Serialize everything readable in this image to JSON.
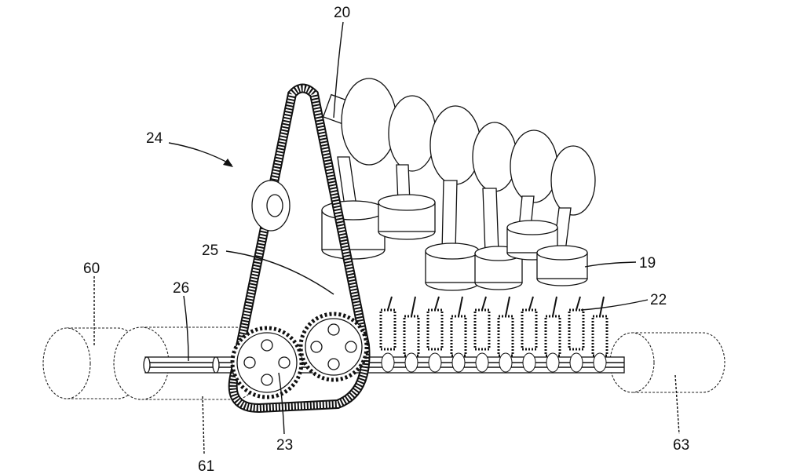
{
  "figure": {
    "labels": {
      "crankshaft": "20",
      "drive_assembly": "24",
      "belt_contact": "25",
      "motor_left_outer": "60",
      "shaft": "26",
      "piston": "19",
      "valve_train": "22",
      "motor_left_inner": "61",
      "gear": "23",
      "motor_right": "63"
    }
  }
}
